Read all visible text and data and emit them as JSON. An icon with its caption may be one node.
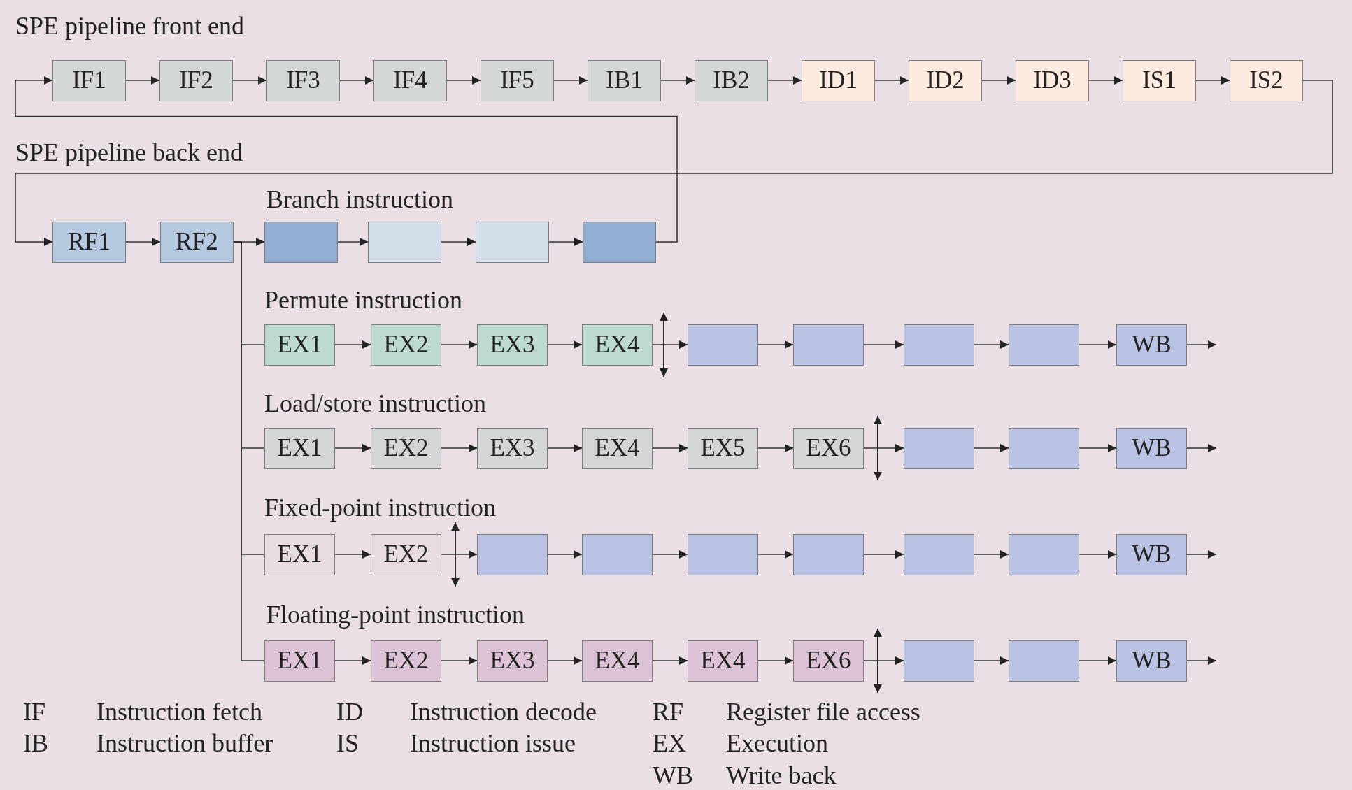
{
  "diagram": {
    "nodes": [
      {
        "text": [
          "IF1"
        ]
      },
      {
        "text": [
          "IF2"
        ]
      },
      {
        "text": [
          "IF3"
        ]
      },
      {
        "text": [
          "IF4"
        ]
      },
      {
        "text": [
          "IF5"
        ]
      },
      {
        "text": [
          "IB1"
        ]
      },
      {
        "text": [
          "IB2"
        ]
      },
      {
        "text": [
          "ID1"
        ]
      },
      {
        "text": [
          "ID2"
        ]
      },
      {
        "text": [
          "ID3"
        ]
      },
      {
        "text": [
          "IS1"
        ]
      },
      {
        "text": [
          "IS2"
        ]
      },
      {
        "text": [
          "RF1"
        ]
      },
      {
        "text": [
          "RF2"
        ]
      },
      {
        "text": [],
        "shape": "box"
      },
      {
        "text": [],
        "shape": "box"
      },
      {
        "text": [],
        "shape": "box"
      },
      {
        "text": [],
        "shape": "box"
      },
      {
        "text": [
          "EX1"
        ]
      },
      {
        "text": [
          "EX2"
        ]
      },
      {
        "text": [
          "EX3"
        ]
      },
      {
        "text": [
          "EX4"
        ]
      },
      {
        "text": [],
        "shape": "box"
      },
      {
        "text": [],
        "shape": "box"
      },
      {
        "text": [],
        "shape": "box"
      },
      {
        "text": [],
        "shape": "box"
      },
      {
        "text": [
          "WB"
        ]
      },
      {
        "text": [
          "EX1"
        ]
      },
      {
        "text": [
          "EX2"
        ]
      },
      {
        "text": [
          "EX3"
        ]
      },
      {
        "text": [
          "EX4"
        ]
      },
      {
        "text": [
          "EX5"
        ]
      },
      {
        "text": [
          "EX6"
        ]
      },
      {
        "text": [],
        "shape": "box"
      },
      {
        "text": [],
        "shape": "box"
      },
      {
        "text": [
          "WB"
        ]
      },
      {
        "text": [
          "EX1"
        ]
      },
      {
        "text": [
          "EX2"
        ]
      },
      {
        "text": [],
        "shape": "box"
      },
      {
        "text": [],
        "shape": "box"
      },
      {
        "text": [],
        "shape": "box"
      },
      {
        "text": [],
        "shape": "box"
      },
      {
        "text": [],
        "shape": "box"
      },
      {
        "text": [],
        "shape": "box"
      },
      {
        "text": [
          "WB"
        ]
      },
      {
        "text": [
          "EX1"
        ]
      },
      {
        "text": [
          "EX2"
        ]
      },
      {
        "text": [
          "EX3"
        ]
      },
      {
        "text": [
          "EX4"
        ]
      },
      {
        "text": [
          "EX4"
        ]
      },
      {
        "text": [
          "EX6"
        ]
      },
      {
        "text": [],
        "shape": "box"
      },
      {
        "text": [],
        "shape": "box"
      },
      {
        "text": [
          "WB"
        ]
      }
    ],
    "edges": [
      {
        "from": 0,
        "to": 1,
        "arrow": "to"
      },
      {
        "from": 1,
        "to": 2,
        "arrow": "to"
      },
      {
        "from": 2,
        "to": 3,
        "arrow": "to"
      },
      {
        "from": 3,
        "to": 4,
        "arrow": "to"
      },
      {
        "from": 4,
        "to": 5,
        "arrow": "to"
      },
      {
        "from": 5,
        "to": 6,
        "arrow": "to"
      },
      {
        "from": 6,
        "to": 7,
        "arrow": "to"
      },
      {
        "from": 7,
        "to": 8,
        "arrow": "to"
      },
      {
        "from": 8,
        "to": 9,
        "arrow": "to"
      },
      {
        "from": 9,
        "to": 10,
        "arrow": "to"
      },
      {
        "from": 10,
        "to": 11,
        "arrow": "to"
      },
      {
        "from": 11,
        "to": 12,
        "arrow": "to"
      },
      {
        "from": 12,
        "to": 13,
        "arrow": "to"
      },
      {
        "from": 13,
        "to": 14,
        "arrow": "to"
      },
      {
        "from": 14,
        "to": 15,
        "arrow": "to"
      },
      {
        "from": 15,
        "to": 16,
        "arrow": "to"
      },
      {
        "from": 16,
        "to": 17,
        "arrow": "to"
      },
      {
        "from": 17,
        "to": 0,
        "arrow": "to"
      },
      {
        "from": 13,
        "to": 18,
        "arrow": "none"
      },
      {
        "from": 13,
        "to": 27,
        "arrow": "none"
      },
      {
        "from": 13,
        "to": 36,
        "arrow": "none"
      },
      {
        "from": 13,
        "to": 45,
        "arrow": "none"
      },
      {
        "from": 18,
        "to": 19,
        "arrow": "to"
      },
      {
        "from": 19,
        "to": 20,
        "arrow": "to"
      },
      {
        "from": 20,
        "to": 21,
        "arrow": "to"
      },
      {
        "from": 21,
        "to": 22,
        "arrow": "to"
      },
      {
        "from": 22,
        "to": 23,
        "arrow": "to"
      },
      {
        "from": 23,
        "to": 24,
        "arrow": "to"
      },
      {
        "from": 24,
        "to": 25,
        "arrow": "to"
      },
      {
        "from": 25,
        "to": 26,
        "arrow": "to"
      },
      {
        "from": 26,
        "to": null,
        "arrow": "to"
      },
      {
        "from": 27,
        "to": 28,
        "arrow": "to"
      },
      {
        "from": 28,
        "to": 29,
        "arrow": "to"
      },
      {
        "from": 29,
        "to": 30,
        "arrow": "to"
      },
      {
        "from": 30,
        "to": 31,
        "arrow": "to"
      },
      {
        "from": 31,
        "to": 32,
        "arrow": "to"
      },
      {
        "from": 32,
        "to": 33,
        "arrow": "to"
      },
      {
        "from": 33,
        "to": 34,
        "arrow": "to"
      },
      {
        "from": 34,
        "to": 35,
        "arrow": "to"
      },
      {
        "from": 35,
        "to": null,
        "arrow": "to"
      },
      {
        "from": 36,
        "to": 37,
        "arrow": "to"
      },
      {
        "from": 37,
        "to": 38,
        "arrow": "to"
      },
      {
        "from": 38,
        "to": 39,
        "arrow": "to"
      },
      {
        "from": 39,
        "to": 40,
        "arrow": "to"
      },
      {
        "from": 40,
        "to": 41,
        "arrow": "to"
      },
      {
        "from": 41,
        "to": 42,
        "arrow": "to"
      },
      {
        "from": 42,
        "to": 43,
        "arrow": "to"
      },
      {
        "from": 43,
        "to": 44,
        "arrow": "to"
      },
      {
        "from": 44,
        "to": null,
        "arrow": "to"
      },
      {
        "from": 45,
        "to": 46,
        "arrow": "to"
      },
      {
        "from": 46,
        "to": 47,
        "arrow": "to"
      },
      {
        "from": 47,
        "to": 48,
        "arrow": "to"
      },
      {
        "from": 48,
        "to": 49,
        "arrow": "to"
      },
      {
        "from": 49,
        "to": 50,
        "arrow": "to"
      },
      {
        "from": 50,
        "to": 51,
        "arrow": "to"
      },
      {
        "from": 51,
        "to": 52,
        "arrow": "to"
      },
      {
        "from": 52,
        "to": 53,
        "arrow": "to"
      },
      {
        "from": 53,
        "to": null,
        "arrow": "to"
      }
    ],
    "labels": [
      "SPE pipeline front end",
      "SPE pipeline back end",
      "Branch instruction",
      "Permute instruction",
      "Load/store instruction",
      "Fixed-point instruction",
      "Floating-point instruction",
      "IF",
      "Instruction fetch",
      "ID",
      "Instruction decode",
      "RF",
      "Register file access",
      "IB",
      "Instruction buffer",
      "IS",
      "Instruction issue",
      "EX",
      "Execution",
      "WB",
      "Write back"
    ]
  }
}
